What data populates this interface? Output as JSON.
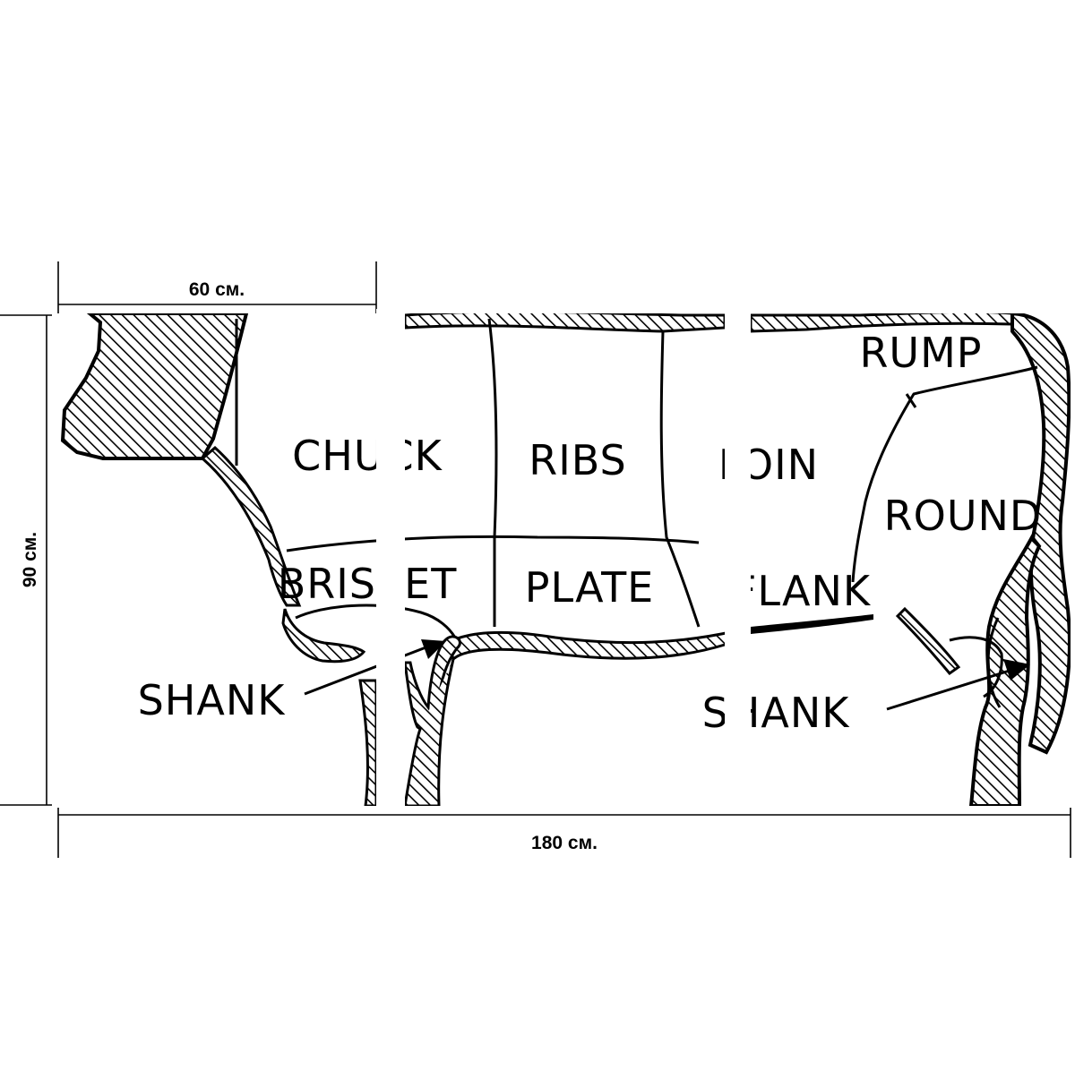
{
  "dimensions": {
    "panel_width": "60 см.",
    "total_width": "180 см.",
    "height": "90 см."
  },
  "cuts": {
    "chuck": "CHUCK",
    "ribs": "RIBS",
    "loin": "LOIN",
    "rump": "RUMP",
    "round": "ROUND",
    "brisket": "BRISKET",
    "plate": "PLATE",
    "flank": "FLANK",
    "shank_front": "SHANK",
    "shank_rear": "SHANK"
  },
  "colors": {
    "ink": "#000000",
    "paper": "#ffffff"
  }
}
